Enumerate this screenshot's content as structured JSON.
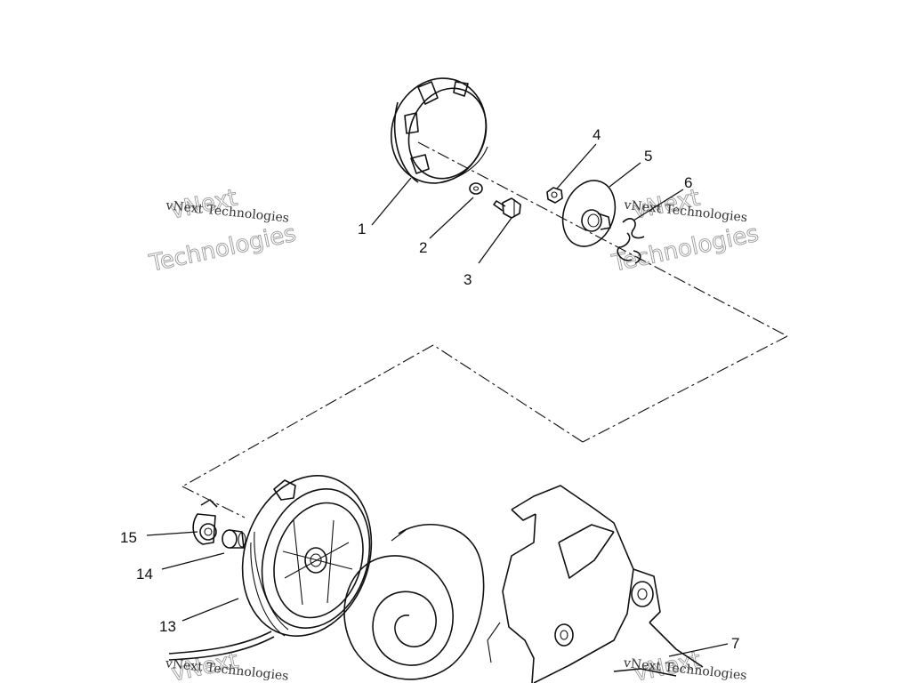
{
  "callouts": [
    {
      "id": "1",
      "label": "1"
    },
    {
      "id": "2",
      "label": "2"
    },
    {
      "id": "3",
      "label": "3"
    },
    {
      "id": "4",
      "label": "4"
    },
    {
      "id": "5",
      "label": "5"
    },
    {
      "id": "6",
      "label": "6"
    },
    {
      "id": "7",
      "label": "7"
    },
    {
      "id": "13",
      "label": "13"
    },
    {
      "id": "14",
      "label": "14"
    },
    {
      "id": "15",
      "label": "15"
    }
  ],
  "watermark": {
    "line_a": "vNext",
    "line_b": "vNext Technologies",
    "line_c": "Technologies"
  }
}
